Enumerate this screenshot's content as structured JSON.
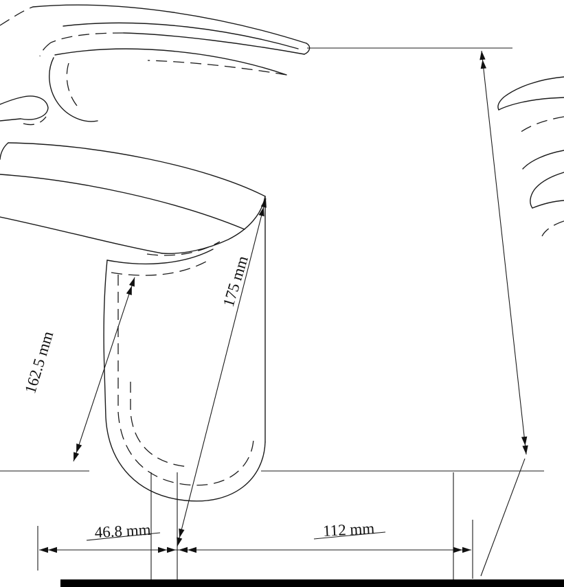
{
  "drawing": {
    "line_color": "#1a1a1a",
    "background_color": "#ffffff",
    "footer_bar_color": "#000000"
  },
  "dimension_labels": {
    "spout_height": "162.5 mm",
    "overall_height": "175 mm",
    "base_width": "46.8 mm",
    "spout_reach": "112 mm"
  }
}
